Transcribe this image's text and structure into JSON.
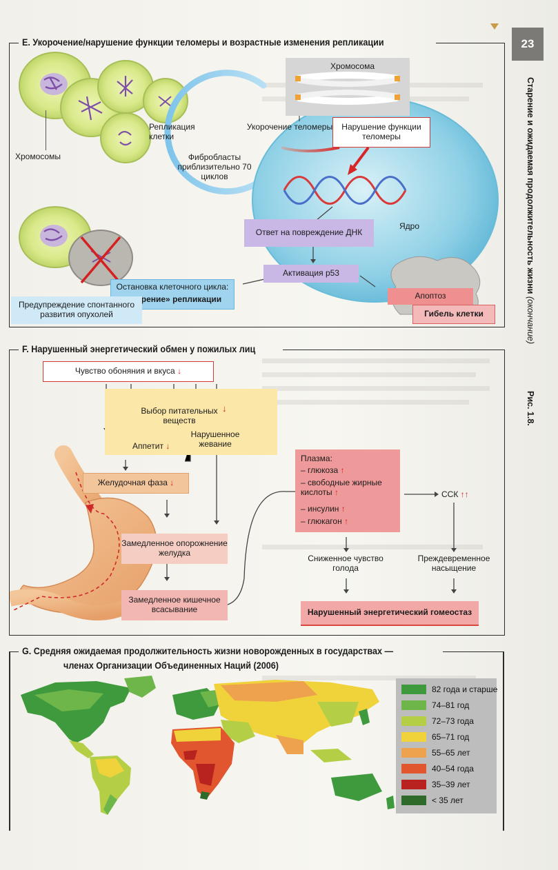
{
  "page_number": "23",
  "side_caption": {
    "figure": "Рис. 1.8.",
    "title": "Старение и ожидаемая продолжительность жизни",
    "note": "(окончание)"
  },
  "section_e": {
    "title": "E. Укорочение/нарушение функции теломеры и возрастные изменения репликации",
    "chromosome": "Хромосома",
    "chromosomes": "Хромосомы",
    "replication": "Репликация клетки",
    "fibroblasts": "Фибробласты приблизительно 70 циклов",
    "telomere_shortening": "Укорочение теломеры",
    "telomere_dysfunction": "Нарушение функции теломеры",
    "dna_response": "Ответ на повреждение ДНК",
    "nucleus": "Ядро",
    "p53": "Активация p53",
    "arrest_line1": "Остановка клеточного цикла:",
    "arrest_line2": "«старение» репликации",
    "apoptosis": "Апоптоз",
    "cell_death": "Гибель клетки",
    "tumor_prevention": "Предупреждение спонтанного развития опухолей"
  },
  "section_f": {
    "title": "F. Нарушенный энергетический обмен у пожилых лиц",
    "smell": "Чувство обоняния и вкуса",
    "nutrient_choice": "Выбор питательных веществ",
    "appetite": "Аппетит",
    "chewing": "Нарушенное жевание",
    "gastric_phase": "Желудочная фаза",
    "slow_emptying": "Замедленное опорожнение желудка",
    "slow_absorption": "Замедленное кишечное всасывание",
    "plasma_title": "Плазма:",
    "plasma_items": [
      "– глюкоза",
      "– свободные жирные кислоты",
      "– инсулин",
      "– глюкагон"
    ],
    "ssk": "ССК",
    "less_hunger": "Сниженное чувство голода",
    "early_satiety": "Преждевременное насыщение",
    "homeostasis": "Нарушенный энергетический гомеостаз",
    "down_arrow": "↓",
    "up_arrow": "↑",
    "double_up": "↑↑"
  },
  "section_g": {
    "title_line1": "G. Средняя ожидаемая продолжительность жизни новорожденных в государствах —",
    "title_line2": "членах Организации Объединенных Наций (2006)",
    "legend": [
      {
        "label": "82 года и старше",
        "color": "#3f9a3e"
      },
      {
        "label": "74–81 год",
        "color": "#6fb64a"
      },
      {
        "label": "72–73 года",
        "color": "#b4cf46"
      },
      {
        "label": "65–71 год",
        "color": "#f0d23a"
      },
      {
        "label": "55–65 лет",
        "color": "#eea24d"
      },
      {
        "label": "40–54 года",
        "color": "#e2562f"
      },
      {
        "label": "35–39 лет",
        "color": "#b8231f"
      },
      {
        "label": "< 35 лет",
        "color": "#2e6b2a"
      }
    ]
  }
}
